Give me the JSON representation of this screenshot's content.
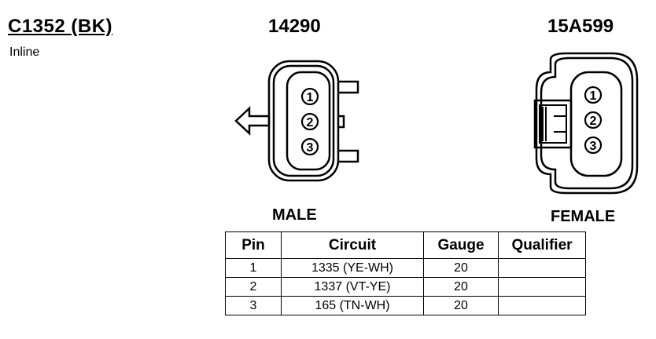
{
  "connector": {
    "id": "C1352 (BK)",
    "location": "Inline"
  },
  "male": {
    "part_number": "14290",
    "label": "MALE",
    "pins": [
      "1",
      "2",
      "3"
    ]
  },
  "female": {
    "part_number": "15A599",
    "label": "FEMALE",
    "pins": [
      "1",
      "2",
      "3"
    ]
  },
  "table": {
    "headers": [
      "Pin",
      "Circuit",
      "Gauge",
      "Qualifier"
    ],
    "rows": [
      [
        "1",
        "1335 (YE-WH)",
        "20",
        ""
      ],
      [
        "2",
        "1337 (VT-YE)",
        "20",
        ""
      ],
      [
        "3",
        "165 (TN-WH)",
        "20",
        ""
      ]
    ]
  }
}
